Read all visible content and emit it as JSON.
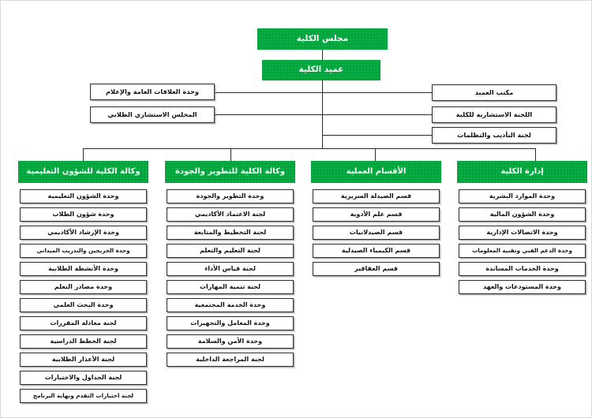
{
  "chart": {
    "title": "مجلس الكلية",
    "accent_color": "#00a63c",
    "line_color": "#2b2b2b",
    "box_border_color": "#2b2b2b",
    "text_color_on_accent": "#ffffff",
    "text_color": "#111111",
    "root": "مجلس الكلية",
    "dean": "عميد الكلية",
    "left_staff": [
      "وحدة العلاقات العامة والإعلام",
      "المجلس الاستشاري الطلابي"
    ],
    "right_staff": [
      "مكتب العميد",
      "اللجنة الاستشارية للكلية",
      "لجنة التأديب والتظلمات"
    ],
    "columns": [
      {
        "header": "وكالة الكلية للشؤون التعليمية",
        "items": [
          "وحدة الشؤون التعليمية",
          "وحدة شؤون الطلاب",
          "وحدة الإرشاد الأكاديمي",
          "وحدة الخريجين والتدريب الميداني",
          "وحدة الأنشطة الطلابية",
          "وحدة مصادر التعلم",
          "وحدة البحث العلمي",
          "لجنة معادلة المقررات",
          "لجنة الخطط الدراسية",
          "لجنة الأعذار الطلابية",
          "لجنة الجداول والاختبارات",
          "لجنة اختبارات التقدم ونهاية البرنامج"
        ]
      },
      {
        "header": "وكالة الكلية للتطوير والجودة",
        "items": [
          "وحدة التطوير والجودة",
          "لجنة الاعتماد الأكاديمي",
          "لجنة التخطيط والمتابعة",
          "لجنة التعليم والتعلم",
          "لجنة قياس الأداء",
          "لجنة تنمية المهارات",
          "وحدة الخدمة المجتمعية",
          "وحدة المعامل والتجهيزات",
          "وحدة الأمن والسلامة",
          "لجنة المراجعة الداخلية"
        ]
      },
      {
        "header": "الأقسام العملية",
        "items": [
          "قسم الصيدلة السريرية",
          "قسم علم الأدوية",
          "قسم الصيدلانيات",
          "قسم الكيمياء الصيدلية",
          "قسم العقاقير"
        ]
      },
      {
        "header": "إدارة الكلية",
        "items": [
          "وحدة الموارد البشرية",
          "وحدة الشؤون المالية",
          "وحدة الاتصالات الإدارية",
          "وحدة الدعم الفني وتقنية المعلومات",
          "وحدة الخدمات المساندة",
          "وحدة المستودعات والعهد"
        ]
      }
    ]
  }
}
